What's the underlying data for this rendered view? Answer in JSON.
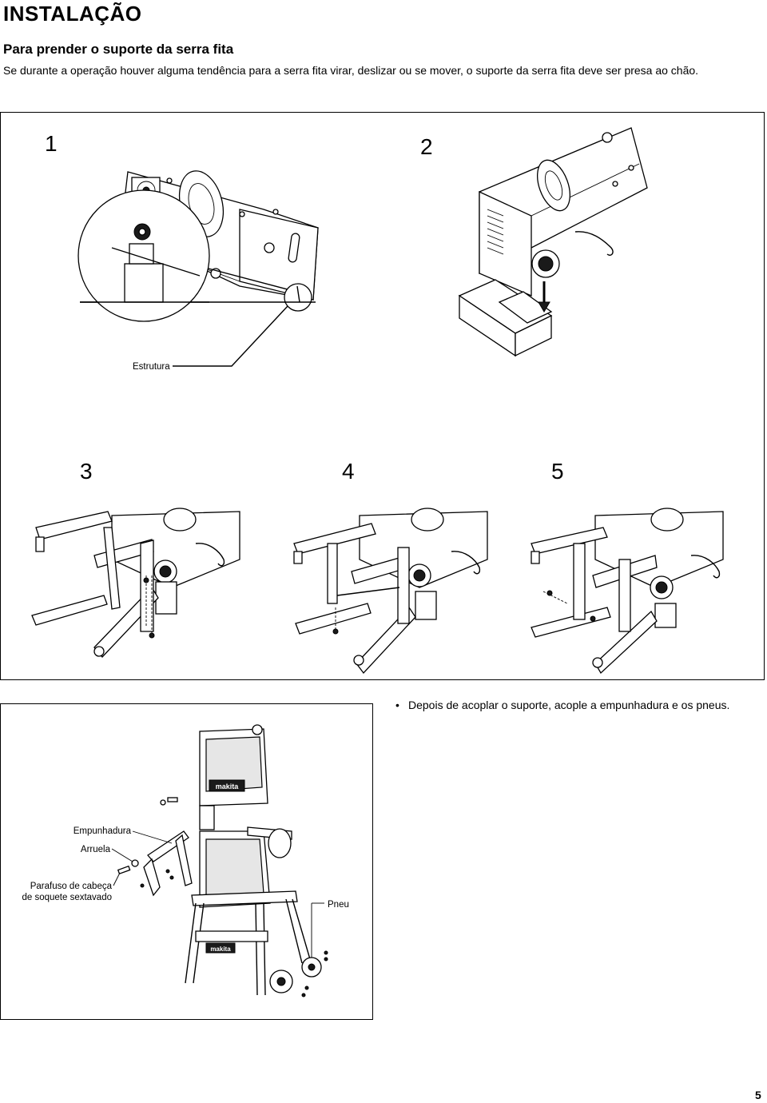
{
  "page": {
    "heading": "INSTALAÇÃO",
    "section_title": "Para prender o suporte da serra fita",
    "intro": "Se durante a operação houver alguma tendência para a serra fita virar, deslizar ou se mover, o suporte da serra fita deve ser presa ao chão.",
    "page_number": "5"
  },
  "figures": {
    "steps": [
      "1",
      "2",
      "3",
      "4",
      "5"
    ],
    "label_frame": "Estrutura",
    "label_handle": "Empunhadura",
    "label_washer": "Arruela",
    "label_bolt_line1": "Parafuso de cabeça",
    "label_bolt_line2": "de soquete sextavado",
    "label_tire": "Pneu",
    "brand": "makita"
  },
  "note": {
    "bullet": "•",
    "text": "Depois de acoplar o suporte, acople a empunhadura e os pneus."
  }
}
